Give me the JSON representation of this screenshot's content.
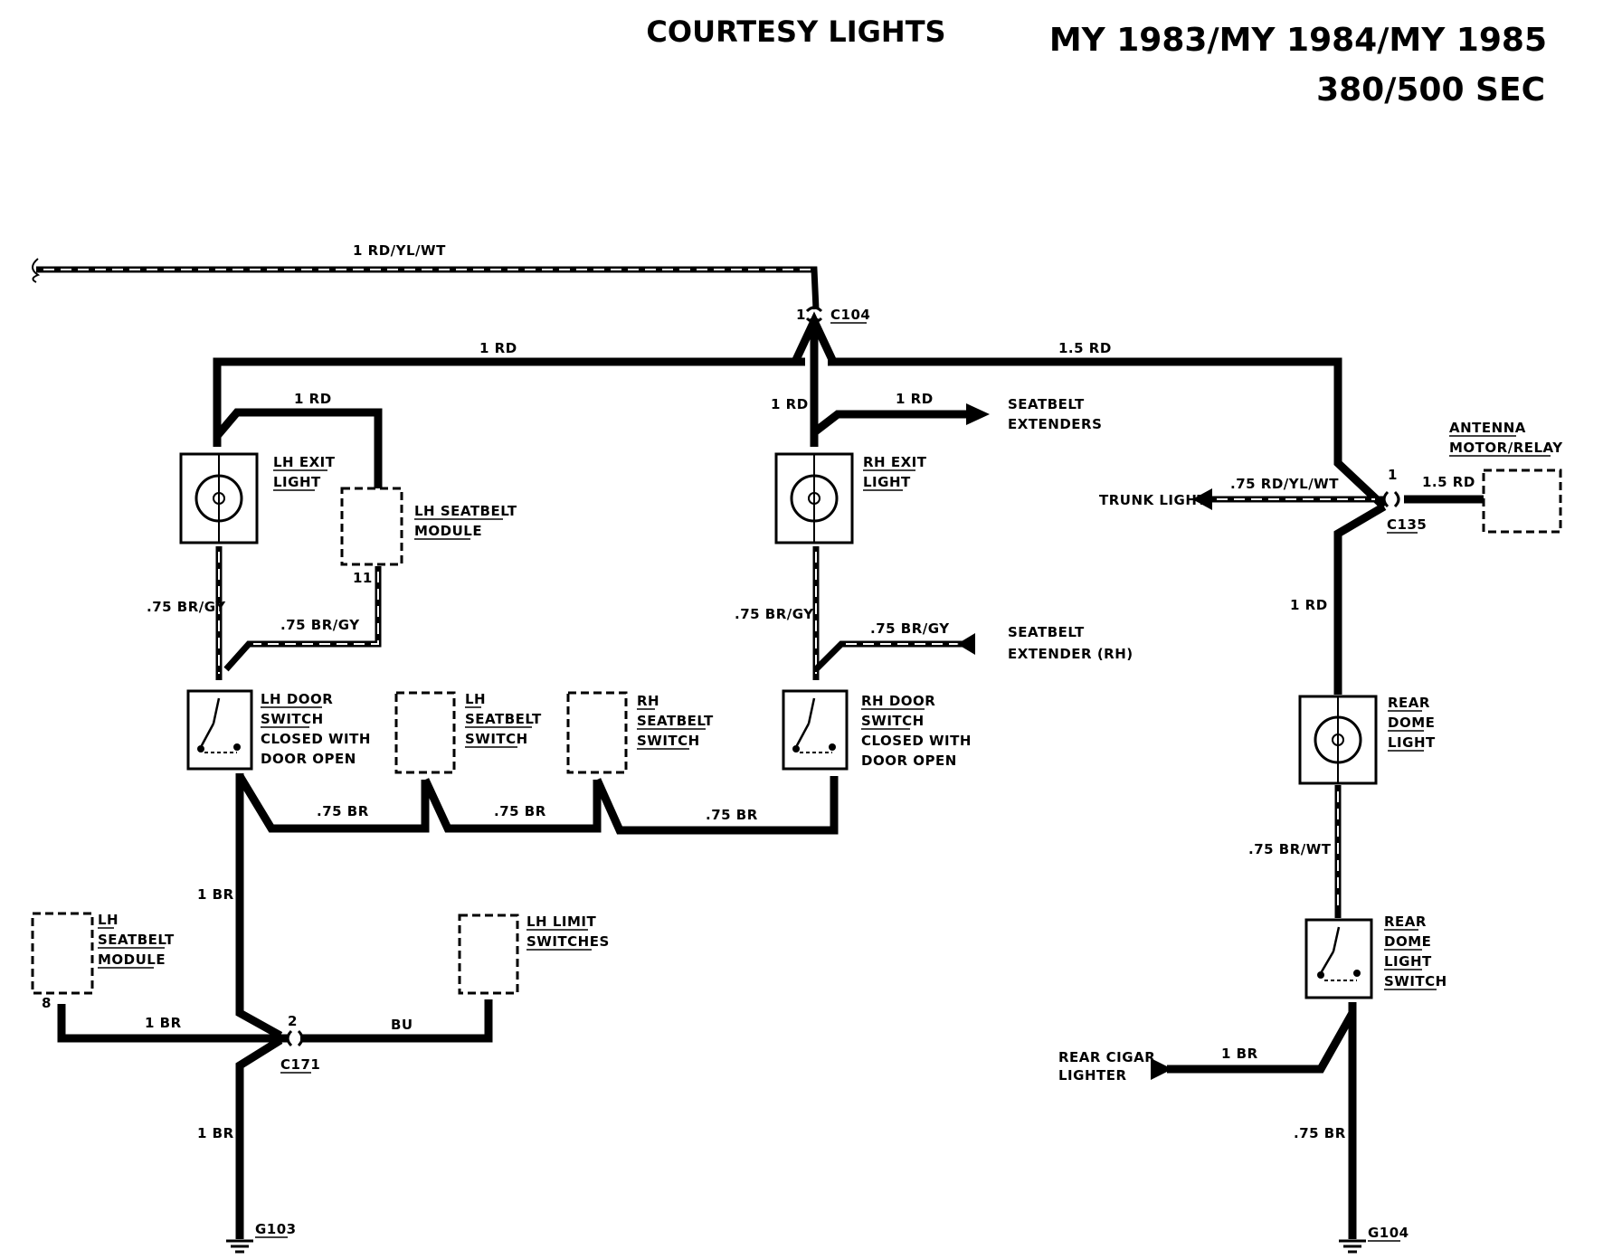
{
  "header": {
    "title": "COURTESY LIGHTS",
    "model_years": "MY 1983/MY 1984/MY 1985",
    "models": "380/500 SEC"
  },
  "wires": {
    "feed_top": "1 RD/YL/WT",
    "rd_left": "1 RD",
    "rd_right": "1.5 RD",
    "rd_lh_seatbelt": "1 RD",
    "rd_rh_exit": "1 RD",
    "rd_extenders": "1 RD",
    "rd_antenna": "1.5 RD",
    "trunk_feed": ".75 RD/YL/WT",
    "rd_rear_dome": "1 RD",
    "brgy_lh_exit": ".75 BR/GY",
    "brgy_lh_module": ".75 BR/GY",
    "brgy_rh_exit": ".75 BR/GY",
    "brgy_rh_extender": ".75 BR/GY",
    "br_1": ".75 BR",
    "br_2": ".75 BR",
    "br_3": ".75 BR",
    "br_lh_door": "1 BR",
    "br_lh_module": "1 BR",
    "bu_limit": "BU",
    "br_ground_lh": "1 BR",
    "brwt_rear": ".75 BR/WT",
    "br_cigar": "1 BR",
    "br_ground_rear": ".75 BR"
  },
  "connectors": {
    "c104": "C104",
    "c104_pin": "1",
    "c135": "C135",
    "c135_pin": "1",
    "c171": "C171",
    "c171_pin": "2",
    "lh_module_pin": "11",
    "lh_module2_pin": "8"
  },
  "grounds": {
    "g103": "G103",
    "g104": "G104"
  },
  "components": {
    "lh_exit_light": [
      "LH EXIT",
      "LIGHT"
    ],
    "rh_exit_light": [
      "RH EXIT",
      "LIGHT"
    ],
    "lh_seatbelt_module_top": [
      "LH SEATBELT",
      "MODULE"
    ],
    "seatbelt_extenders": [
      "SEATBELT",
      "EXTENDERS"
    ],
    "seatbelt_extender_rh": [
      "SEATBELT",
      "EXTENDER (RH)"
    ],
    "antenna": [
      "ANTENNA",
      "MOTOR/RELAY"
    ],
    "trunk_light": "TRUNK LIGHT",
    "lh_door_switch": [
      "LH DOOR",
      "SWITCH",
      "CLOSED WITH",
      "DOOR OPEN"
    ],
    "lh_seatbelt_switch": [
      "LH",
      "SEATBELT",
      "SWITCH"
    ],
    "rh_seatbelt_switch": [
      "RH",
      "SEATBELT",
      "SWITCH"
    ],
    "rh_door_switch": [
      "RH DOOR",
      "SWITCH",
      "CLOSED WITH",
      "DOOR OPEN"
    ],
    "rear_dome_light": [
      "REAR",
      "DOME",
      "LIGHT"
    ],
    "rear_dome_switch": [
      "REAR",
      "DOME",
      "LIGHT",
      "SWITCH"
    ],
    "lh_seatbelt_module_bottom": [
      "LH",
      "SEATBELT",
      "MODULE"
    ],
    "lh_limit_switches": [
      "LH LIMIT",
      "SWITCHES"
    ],
    "rear_cigar_lighter": [
      "REAR CIGAR",
      "LIGHTER"
    ]
  }
}
